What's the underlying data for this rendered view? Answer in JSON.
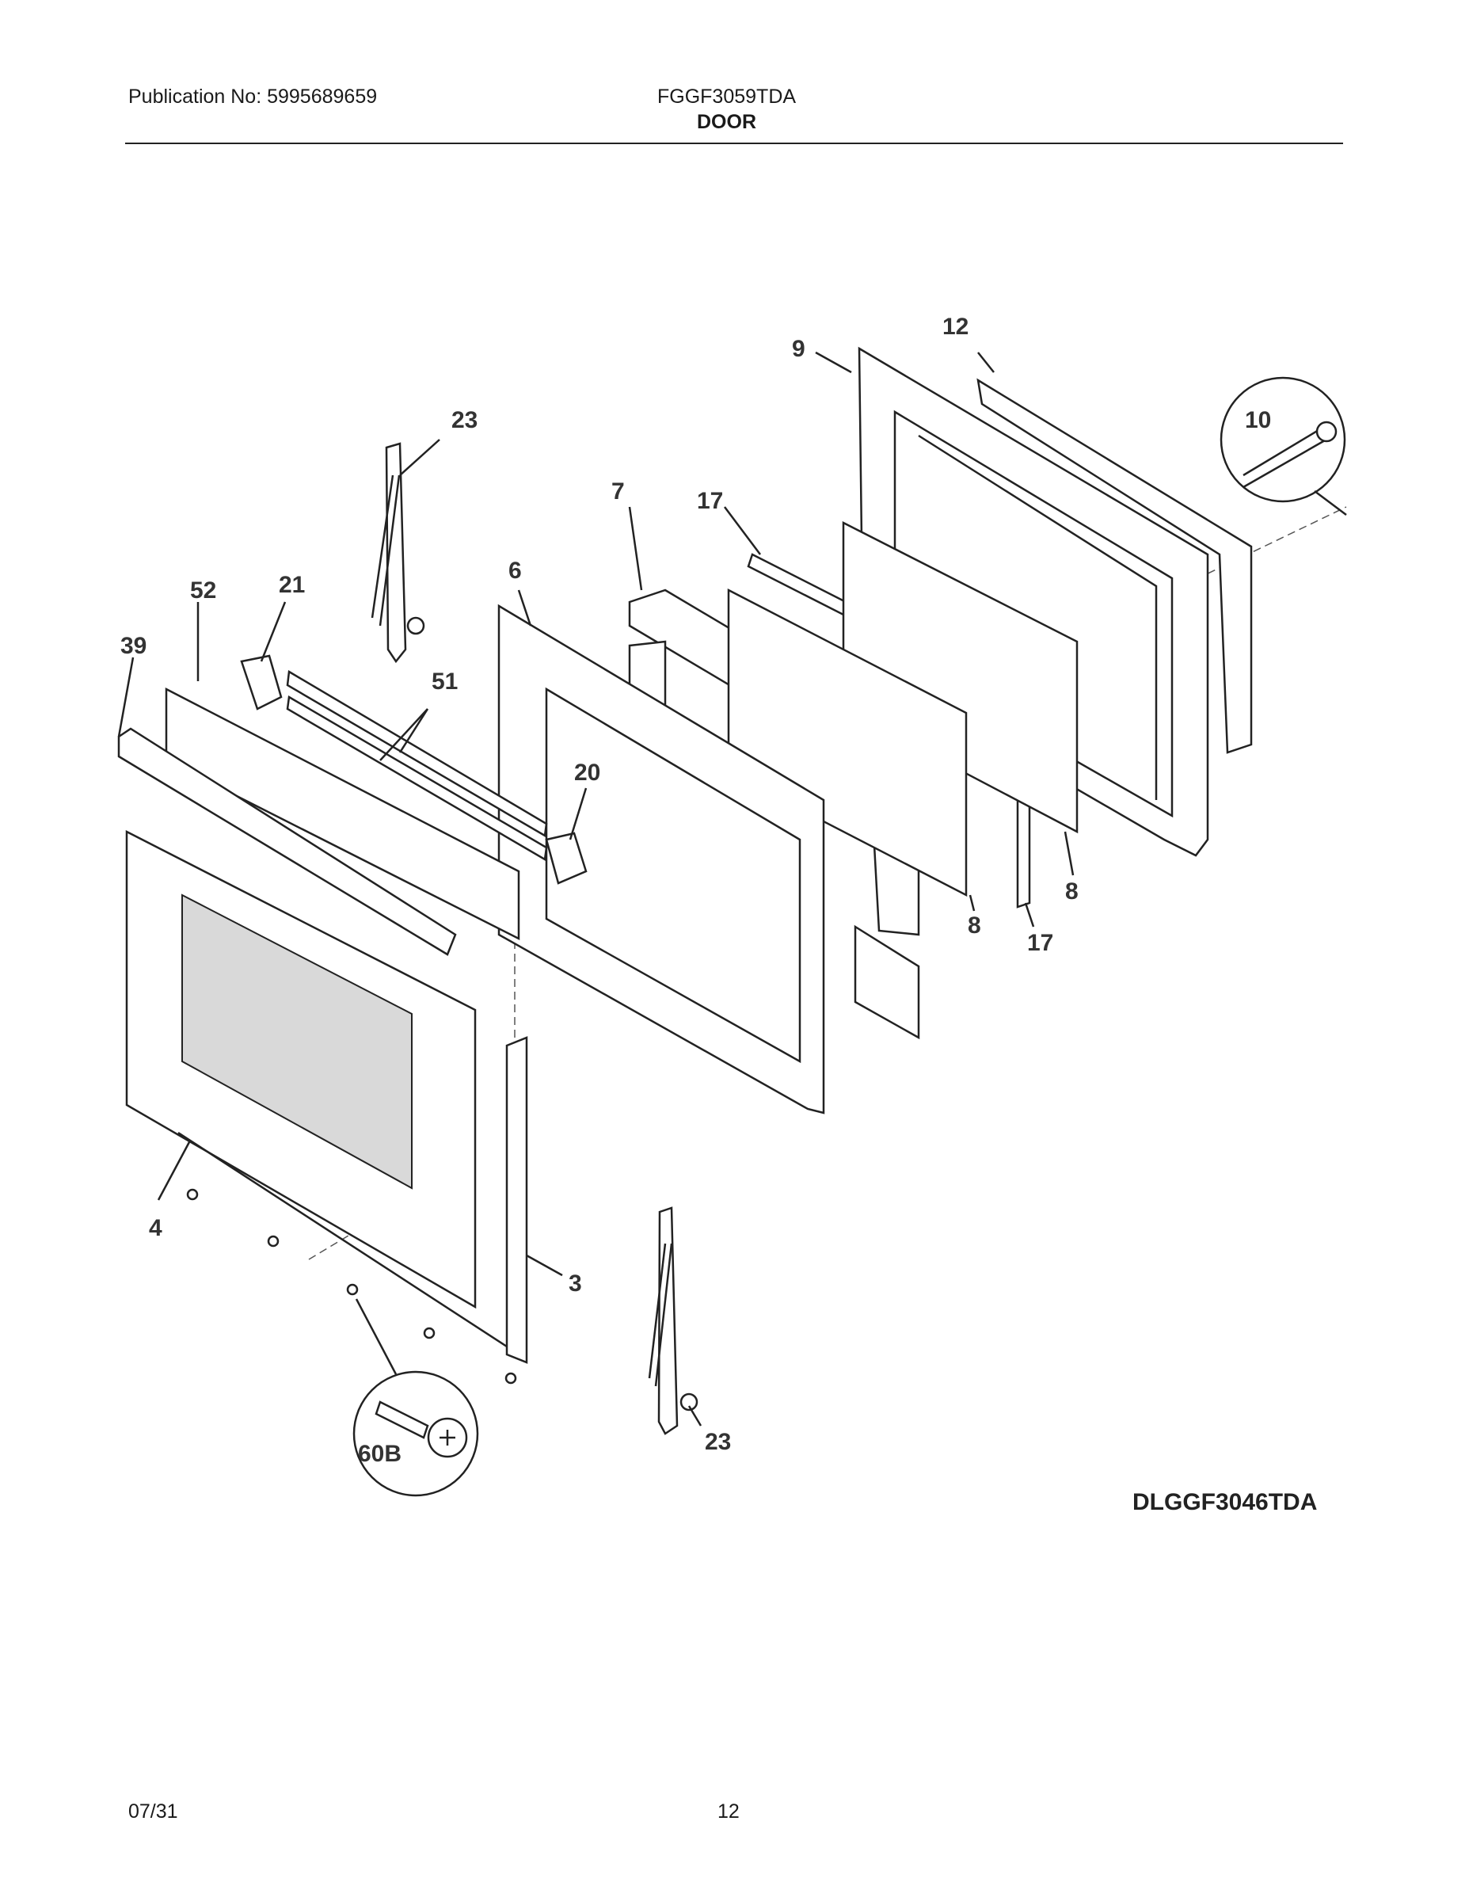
{
  "header": {
    "publication": "Publication No: 5995689659",
    "model": "FGGF3059TDA",
    "section": "DOOR"
  },
  "diagram": {
    "code": "DLGGF3046TDA",
    "callouts": {
      "p12": "12",
      "p9": "9",
      "p10": "10",
      "p23_top": "23",
      "p7": "7",
      "p17_top": "17",
      "p52": "52",
      "p21": "21",
      "p6": "6",
      "p39": "39",
      "p51": "51",
      "p20": "20",
      "p8_right": "8",
      "p8_mid": "8",
      "p17_bot": "17",
      "p4": "4",
      "p3": "3",
      "p60b": "60B",
      "p23_bot": "23"
    }
  },
  "footer": {
    "date": "07/31",
    "page": "12"
  }
}
